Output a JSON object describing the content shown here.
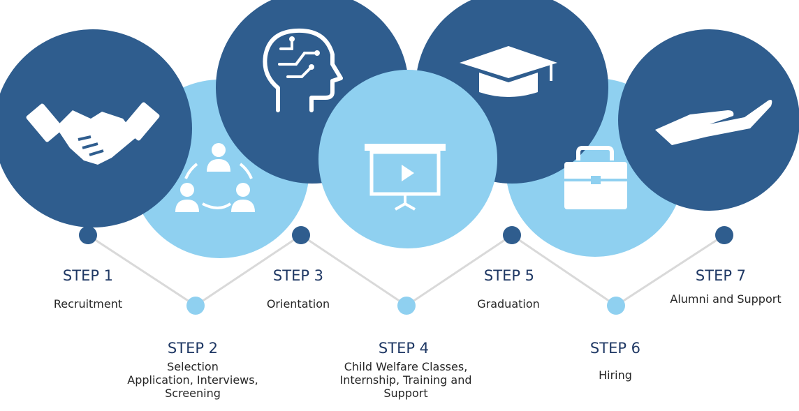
{
  "colors": {
    "dark_blue": "#2f5d8e",
    "light_blue": "#8fd0f0",
    "connector": "#d9d9d9",
    "title_text": "#1f3864",
    "body_text": "#262626"
  },
  "steps": [
    {
      "title": "STEP 1",
      "desc": [
        "Recruitment"
      ],
      "icon": "handshake-icon"
    },
    {
      "title": "STEP 2",
      "desc": [
        "Selection",
        "Application, Interviews,",
        "Screening"
      ],
      "icon": "group-network-icon"
    },
    {
      "title": "STEP 3",
      "desc": [
        "Orientation"
      ],
      "icon": "brain-circuit-icon"
    },
    {
      "title": "STEP 4",
      "desc": [
        "Child Welfare Classes,",
        "Internship, Training and",
        "Support"
      ],
      "icon": "presentation-board-icon"
    },
    {
      "title": "STEP 5",
      "desc": [
        "Graduation"
      ],
      "icon": "graduation-cap-icon"
    },
    {
      "title": "STEP 6",
      "desc": [
        "Hiring"
      ],
      "icon": "briefcase-icon"
    },
    {
      "title": "STEP 7",
      "desc": [
        "Alumni and Support"
      ],
      "icon": "open-hand-icon"
    }
  ]
}
